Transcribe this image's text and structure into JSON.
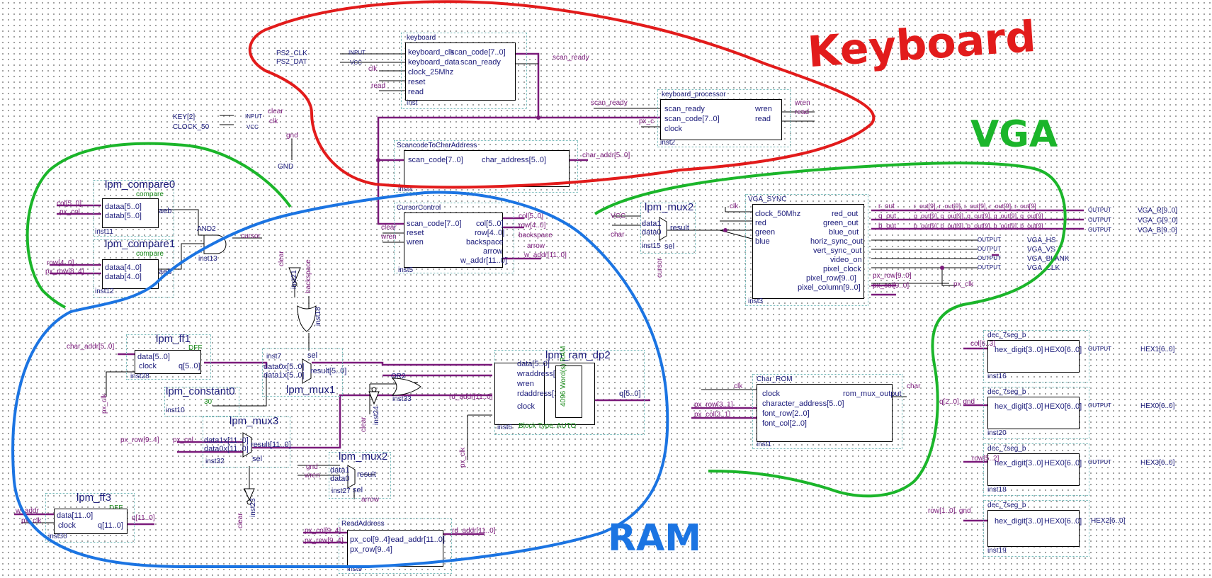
{
  "handwritten": {
    "keyboard": "Keyboard",
    "vga": "VGA",
    "ram": "RAM"
  },
  "colors": {
    "wire": "#7a1a7a",
    "keyboard_ink": "#e21b1b",
    "vga_ink": "#1bb52a",
    "ram_ink": "#1b74e2",
    "text": "#1a1a7a",
    "halo": "#6fb7b7"
  },
  "blocks": {
    "keyboard": {
      "title": "keyboard",
      "inst": "inst",
      "ports_left": [
        "keyboard_clk",
        "keyboard_data",
        "clock_25Mhz",
        "reset",
        "read"
      ],
      "ports_right": [
        "scan_code[7..0]",
        "scan_ready"
      ]
    },
    "keyboard_processor": {
      "title": "keyboard_processor",
      "inst": "inst2",
      "ports_left": [
        "scan_ready",
        "scan_code[7..0]",
        "clock"
      ],
      "ports_right": [
        "wren",
        "read"
      ]
    },
    "scancode": {
      "title": "ScancodeToCharAddress",
      "inst": "inst4",
      "ports_left": [
        "scan_code[7..0]"
      ],
      "ports_right": [
        "char_address[5..0]"
      ]
    },
    "cursor": {
      "title": "CursorControl",
      "inst": "inst5",
      "ports_left": [
        "scan_code[7..0]",
        "reset",
        "wren"
      ],
      "ports_right": [
        "col[5..0]",
        "row[4..0]",
        "backspace",
        "arrow",
        "w_addr[11..0]"
      ]
    },
    "vga_sync": {
      "title": "VGA_SYNC",
      "inst": "inst3",
      "ports_left": [
        "clock_50Mhz",
        "red",
        "green",
        "blue"
      ],
      "ports_right": [
        "red_out",
        "green_out",
        "blue_out",
        "horiz_sync_out",
        "vert_sync_out",
        "video_on",
        "pixel_clock",
        "pixel_row[9..0]",
        "pixel_column[9..0]"
      ]
    },
    "char_rom": {
      "title": "Char_ROM",
      "inst": "inst1",
      "ports_left": [
        "clock",
        "character_address[5..0]",
        "font_row[2..0]",
        "font_col[2..0]"
      ],
      "ports_right": [
        "rom_mux_output"
      ]
    },
    "ram": {
      "title": "lpm_ram_dp2",
      "inst": "inst6",
      "ports_left": [
        "data[5..0]",
        "wraddress[11..0]",
        "wren",
        "rdaddress[11..0]",
        "clock"
      ],
      "port_right": "q[5..0]",
      "side": "4096 Word(s) RAM",
      "block_type": "Block Type: AUTO"
    },
    "read_address": {
      "title": "ReadAddress",
      "inst": "inst9",
      "ports_left": [
        "px_col[9..4]",
        "px_row[9..4]"
      ],
      "ports_right": [
        "read_addr[11..0]"
      ]
    },
    "compare0": {
      "title": "lpm_compare0",
      "sub": "compare",
      "inst": "inst11",
      "ports": [
        "dataa[5..0]",
        "datab[5..0]"
      ],
      "out": "aeb"
    },
    "compare1": {
      "title": "lpm_compare1",
      "sub": "compare",
      "inst": "inst12",
      "ports": [
        "dataa[4..0]",
        "datab[4..0]"
      ],
      "out": "aeb"
    },
    "ff1": {
      "title": "lpm_ff1",
      "sub": "DFF",
      "inst": "inst28",
      "ports": [
        "data[5..0]",
        "clock"
      ],
      "out": "q[5..0]"
    },
    "ff3": {
      "title": "lpm_ff3",
      "sub": "DFF",
      "inst": "inst30",
      "ports": [
        "data[11..0]",
        "clock"
      ],
      "out": "q[11..0]"
    },
    "constant0": {
      "title": "lpm_constant0",
      "inst": "inst10",
      "value": "30"
    },
    "mux1": {
      "title": "lpm_mux1",
      "inst": "inst7",
      "ports": [
        "data0x[5..0]",
        "data1x[5..0]"
      ],
      "out": "result[5..0]",
      "sel": "sel"
    },
    "mux2_top": {
      "title": "lpm_mux2",
      "inst": "inst15",
      "ports": [
        "data1",
        "data0"
      ],
      "out": "result",
      "sel": "sel"
    },
    "mux3": {
      "title": "lpm_mux3",
      "inst": "inst32",
      "ports": [
        "data1x[11..0]",
        "data0x[11..0]"
      ],
      "out": "result[11..0]",
      "sel": "sel"
    },
    "mux2_bot": {
      "title": "lpm_mux2",
      "inst": "inst27",
      "ports": [
        "data1",
        "data0"
      ],
      "out": "result",
      "sel": "sel"
    },
    "and2": {
      "title": "AND2",
      "inst": "inst13"
    },
    "or2": {
      "title": "OR2",
      "inst": "inst33"
    },
    "or2b": {
      "title": "OR2",
      "inst": "inst18"
    },
    "not1": {
      "title": "NOT",
      "inst": "inst21"
    },
    "not2": {
      "title": "NOT",
      "inst": "inst24"
    },
    "not3": {
      "title": "NOT",
      "inst": "inst23"
    },
    "dec16": {
      "title": "dec_7seg_b",
      "inst": "inst16",
      "in": "hex_digit[3..0]",
      "out": "HEX0[6..0]"
    },
    "dec20": {
      "title": "dec_7seg_b",
      "inst": "inst20",
      "in": "hex_digit[3..0]",
      "out": "HEX0[6..0]"
    },
    "dec18": {
      "title": "dec_7seg_b",
      "inst": "inst18",
      "in": "hex_digit[3..0]",
      "out": "HEX0[6..0]"
    },
    "dec19": {
      "title": "dec_7seg_b",
      "inst": "inst19",
      "in": "hex_digit[3..0]",
      "out": "HEX0[6..0]"
    }
  },
  "pins": {
    "ps2_clk": "PS2_CLK",
    "ps2_dat": "PS2_DAT",
    "key2": "KEY[2]",
    "clock50": "CLOCK_50",
    "input": "INPUT",
    "vcc": "VCC",
    "output": "OUTPUT",
    "vga_r": "VGA_R[9..0]",
    "vga_g": "VGA_G[9..0]",
    "vga_b": "VGA_B[9..0]",
    "vga_hs": "VGA_HS",
    "vga_vs": "VGA_VS",
    "vga_blank": "VGA_BLANK",
    "vga_clk": "VGA_CLK",
    "hex1": "HEX1[6..0]",
    "hex0": "HEX0[6..0]",
    "hex3": "HEX3[6..0]",
    "hex2": "HEX2[6..0]",
    "gnd": "GND"
  },
  "nets": {
    "clk": "clk",
    "scan_ready": "scan_ready",
    "read": "read",
    "clear": "clear",
    "gnd": "gnd",
    "wren": "wren",
    "px_c": "px_c",
    "char_addr": "char_addr[5..0]",
    "col": "col[5..0]",
    "px_col": "px_col",
    "row": "row[4..0]",
    "px_row_84": "px_row[8..4]",
    "cursor": "cursor",
    "backspace": "backspace",
    "arrow": "arrow",
    "w_addr": "w_addr[11..0]",
    "vcc": "VCC",
    "char": "char",
    "r_out": "r_out",
    "g_out": "g_out",
    "b_out": "b_out",
    "px_row_90": "px_row[9..0]",
    "px_col_90": "px_col[9..0]",
    "px_clk": "px_clk",
    "rd_addr": "rd_addr[11..0]",
    "px_row_94": "px_row[9..4]",
    "px_col_94": "px_col[9..4]",
    "px_row_31": "px_row[3..1]",
    "px_col_31": "px_col[3..1]",
    "q11": "q[11..0]",
    "w_addr_short": "w_addr",
    "col63": "col[6..3]",
    "q20": "q[2..0], gnd",
    "row52": "row[5..2]",
    "row10": "row[1..0], gnd",
    "r_bus": "r_out[9], r_out[9], r_out[9], r_out[9], r_out[9]",
    "g_bus": "g_out[9], g_out[9], g_out[9], g_out[9], g_out[9]",
    "b_bus": "b_out[9], b_out[9], b_out[9], b_out[9], b_out[9]"
  }
}
